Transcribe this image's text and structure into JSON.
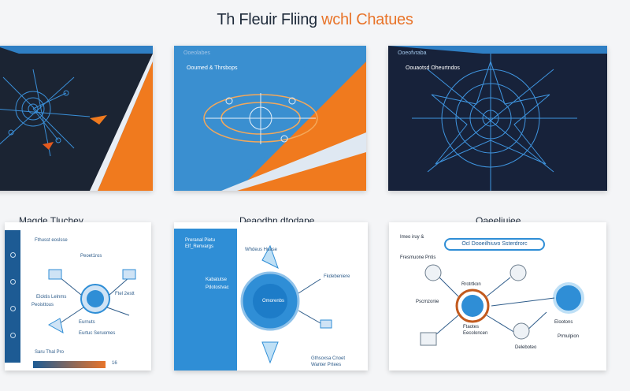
{
  "title_part1": "Th Fleuir Fliing",
  "title_part2": "wchl Chatues",
  "cards": {
    "c1": {
      "label": ""
    },
    "c2": {
      "label": "Ooeolabes",
      "heading": "Ooumed & Thrsbops"
    },
    "c3": {
      "label": "Ooeofvraba",
      "heading": "Oouaotsd Oheurtndos"
    },
    "c4": {
      "caption": "Magde Tluchey",
      "labels": [
        "Fthusst eoslsse",
        "Peoet1ros",
        "Elcktis Lelnms",
        "Ftel 2estt",
        "Peoisttous",
        "Eurnuts",
        "Eurtuc Seruomes",
        "Saru Thal Pro",
        "16"
      ]
    },
    "c5": {
      "caption": "Deaodhn dtodape",
      "labels": [
        "Preranal Pietu",
        "Elf_Renvargs",
        "Omorenbs",
        "Fkdebeniere",
        "Kabatutse",
        "Pdotostvac",
        "Whdeus Huase",
        "Gthsoxsa Cnoet",
        "Wanter Prtees"
      ]
    },
    "c6": {
      "caption": "Oaeeliuiee",
      "pill": "Ocl Dooeilhiuvo Ssterdrorc",
      "labels": [
        "Imeo iruy &",
        "Fresmuone Pntis",
        "Pscmzonie",
        "Rrotrtkon",
        "Ftaotes",
        "Eecoloncen",
        "Elootons",
        "Deleboteo",
        "Prmulpion"
      ]
    }
  }
}
